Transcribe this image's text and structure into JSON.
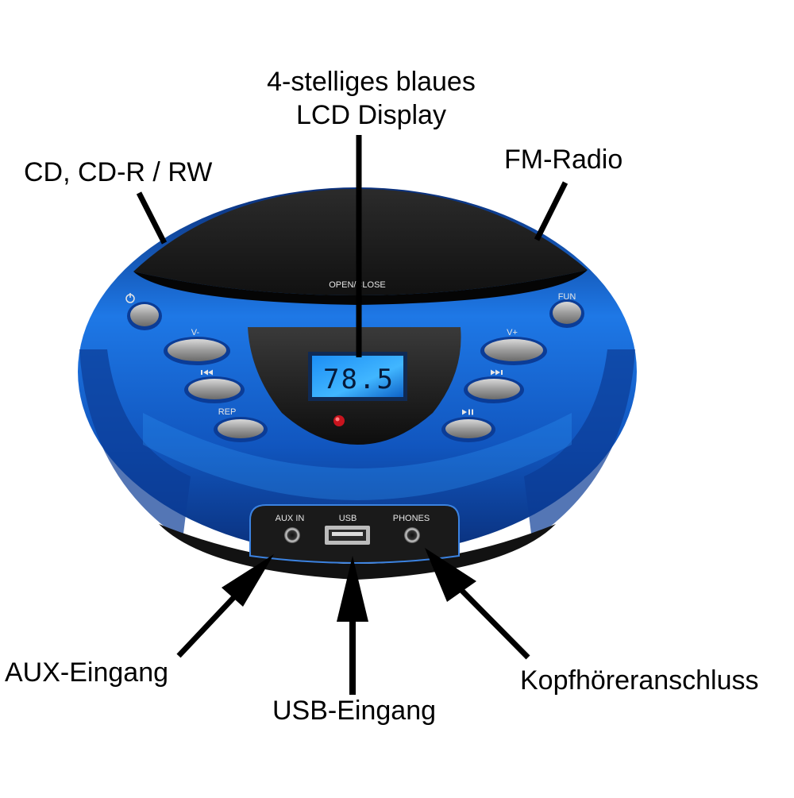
{
  "labels": {
    "cd": "CD, CD-R / RW",
    "lcd_line1": "4-stelliges blaues",
    "lcd_line2": "LCD Display",
    "fm": "FM-Radio",
    "aux": "AUX-Eingang",
    "usb": "USB-Eingang",
    "phones": "Kopfhöreranschluss"
  },
  "device": {
    "open_close": "OPEN/CLOSE",
    "fun": "FUN",
    "vol_down": "V-",
    "vol_up": "V+",
    "rep": "REP",
    "display_value": "78.5",
    "port_aux": "AUX IN",
    "port_usb": "USB",
    "port_phones": "PHONES"
  },
  "icons": {
    "power": "power-icon",
    "prev": "skip-back-icon",
    "next": "skip-forward-icon",
    "play_pause": "play-pause-icon"
  },
  "colors": {
    "body_blue": "#1560c8",
    "lid_black": "#1a1a1a",
    "lcd_blue": "#3aa8ff",
    "button_grey": "#9a9a9a",
    "led_red": "#c8141e"
  }
}
